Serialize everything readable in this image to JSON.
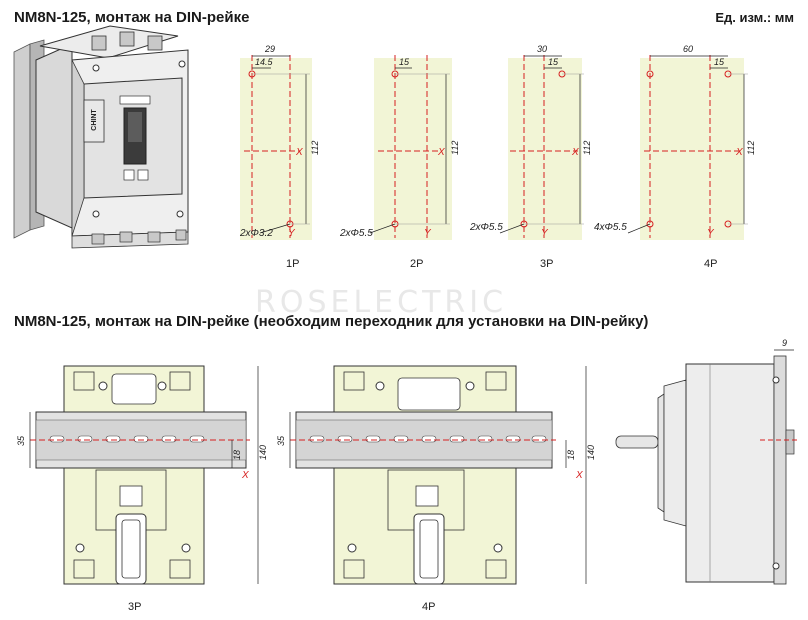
{
  "header": {
    "title_top": "NM8N-125, монтаж на DIN-рейке",
    "units": "Ед. изм.: мм"
  },
  "watermark": "ROSELECTRIC",
  "section2": {
    "title": "NM8N-125, монтаж на DIN-рейке (необходим переходник для установки на DIN-рейку)"
  },
  "logo_text": "CHINT",
  "drill_patterns": [
    {
      "label": "1P",
      "width": "29",
      "half": "14.5",
      "height": "112",
      "holes": "2xΦ3.2"
    },
    {
      "label": "2P",
      "width": "",
      "half": "15",
      "height": "112",
      "holes": "2xΦ5.5"
    },
    {
      "label": "3P",
      "width": "30",
      "half": "15",
      "height": "112",
      "holes": "2xΦ5.5"
    },
    {
      "label": "4P",
      "width": "60",
      "half": "15",
      "height": "112",
      "holes": "4xΦ5.5"
    }
  ],
  "rail_views": [
    {
      "label": "3P",
      "rail_height": "35",
      "offset": "18",
      "total": "140"
    },
    {
      "label": "4P",
      "rail_height": "35",
      "offset": "18",
      "total": "140"
    }
  ],
  "side_view": {
    "offset": "9"
  },
  "axis_marks": {
    "x": "X",
    "y": "Y"
  },
  "colors": {
    "center_line": "#d62020",
    "panel": "#f2f5d6",
    "rail": "#e2e2e2"
  }
}
